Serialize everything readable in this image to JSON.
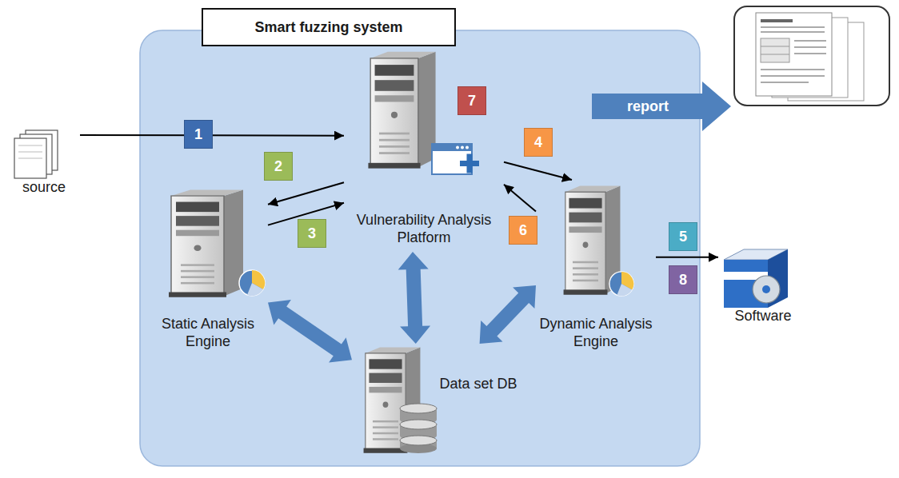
{
  "diagram": {
    "nodes": [
      {
        "text": [
          "Smart fuzzing system"
        ]
      },
      {
        "text": [
          "Vulnerability Analysis Platform"
        ],
        "in": 0
      },
      {
        "text": [
          "Static Analysis Engine"
        ],
        "in": 0
      },
      {
        "text": [
          "Dynamic Analysis Engine"
        ],
        "in": 0
      },
      {
        "text": [
          "Data set DB"
        ],
        "in": 0
      },
      {
        "text": [
          "source"
        ]
      },
      {
        "text": [
          "Software"
        ]
      }
    ],
    "edges": [
      {
        "from": 5,
        "to": 1,
        "label": "1",
        "arrow": "to"
      },
      {
        "from": 1,
        "to": 2,
        "label": "2",
        "arrow": "to"
      },
      {
        "from": 2,
        "to": 1,
        "label": "3",
        "arrow": "to"
      },
      {
        "from": 1,
        "to": 3,
        "label": "4",
        "arrow": "to"
      },
      {
        "from": 3,
        "to": 1,
        "label": "6",
        "arrow": "to"
      },
      {
        "from": 3,
        "to": 6,
        "label": "5",
        "arrow": "to"
      },
      {
        "from": 2,
        "to": 4,
        "arrow": "both"
      },
      {
        "from": 1,
        "to": 4,
        "arrow": "both"
      },
      {
        "from": 3,
        "to": 4,
        "arrow": "both"
      }
    ],
    "labels": [
      "7",
      "8",
      "report"
    ]
  }
}
